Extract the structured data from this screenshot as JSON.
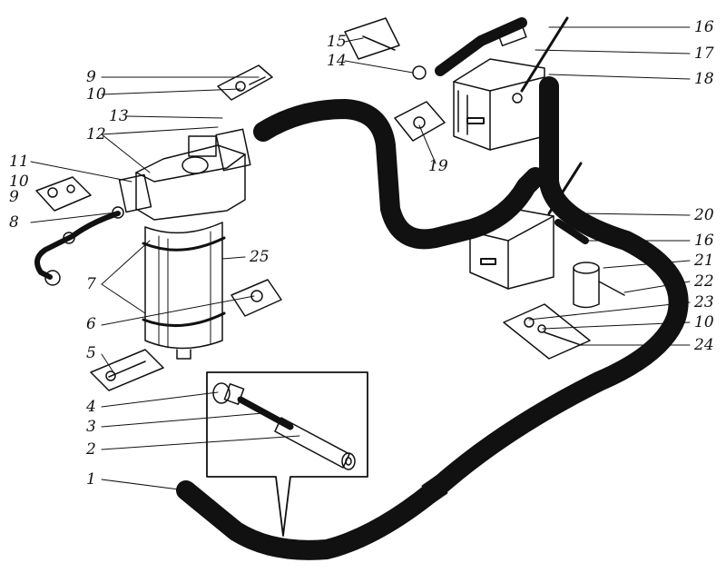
{
  "diagram": {
    "labels": [
      {
        "id": "1",
        "text": "1"
      },
      {
        "id": "2",
        "text": "2"
      },
      {
        "id": "3",
        "text": "3"
      },
      {
        "id": "4",
        "text": "4"
      },
      {
        "id": "5",
        "text": "5"
      },
      {
        "id": "6",
        "text": "6"
      },
      {
        "id": "7",
        "text": "7"
      },
      {
        "id": "8",
        "text": "8"
      },
      {
        "id": "9a",
        "text": "9"
      },
      {
        "id": "9b",
        "text": "9"
      },
      {
        "id": "10a",
        "text": "10"
      },
      {
        "id": "10b",
        "text": "10"
      },
      {
        "id": "10c",
        "text": "10"
      },
      {
        "id": "11",
        "text": "11"
      },
      {
        "id": "12",
        "text": "12"
      },
      {
        "id": "13",
        "text": "13"
      },
      {
        "id": "14",
        "text": "14"
      },
      {
        "id": "15",
        "text": "15"
      },
      {
        "id": "16a",
        "text": "16"
      },
      {
        "id": "16b",
        "text": "16"
      },
      {
        "id": "17",
        "text": "17"
      },
      {
        "id": "18",
        "text": "18"
      },
      {
        "id": "19",
        "text": "19"
      },
      {
        "id": "20",
        "text": "20"
      },
      {
        "id": "21",
        "text": "21"
      },
      {
        "id": "22",
        "text": "22"
      },
      {
        "id": "23",
        "text": "23"
      },
      {
        "id": "24",
        "text": "24"
      },
      {
        "id": "25",
        "text": "25"
      }
    ]
  }
}
